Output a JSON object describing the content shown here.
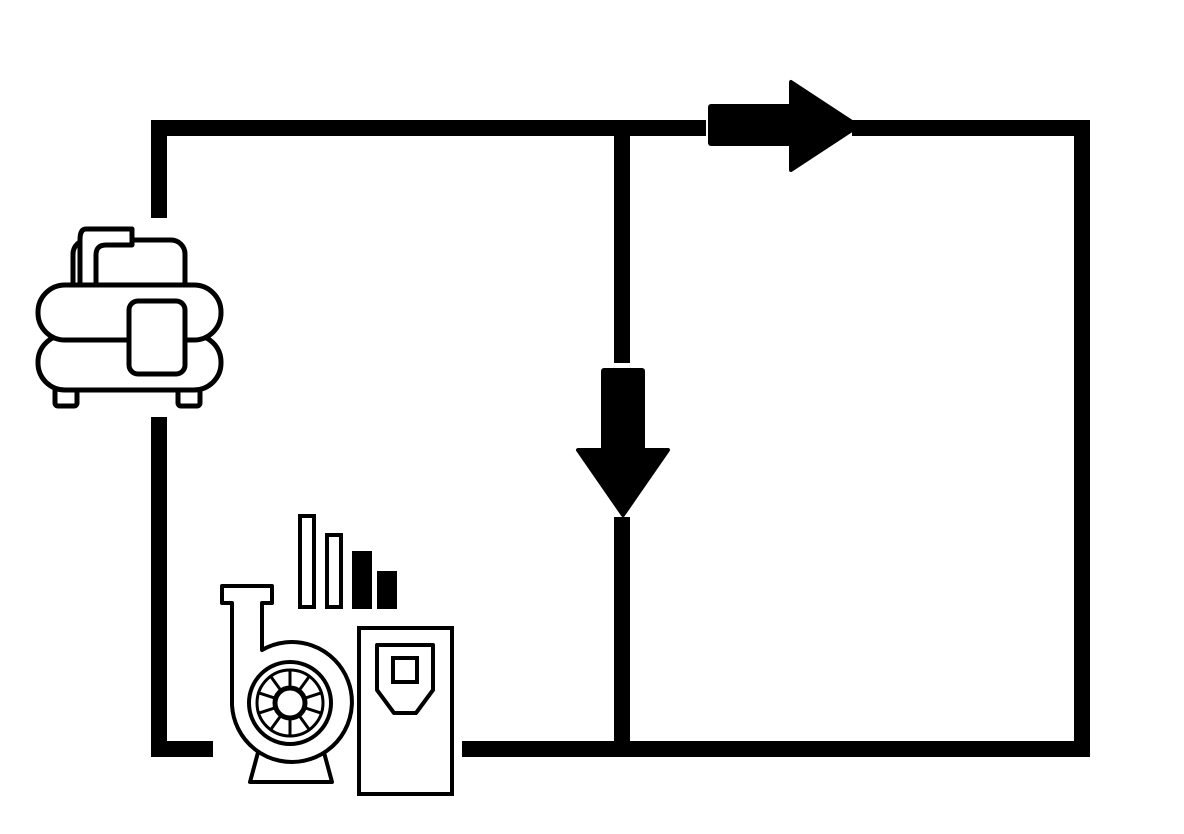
{
  "colors": {
    "line": "#000000",
    "background": "#ffffff"
  },
  "flow_directions": [
    "right",
    "down"
  ],
  "components": [
    {
      "icon": "air-compressor-icon"
    },
    {
      "icon": "centrifugal-pump-icon"
    },
    {
      "icon": "variable-frequency-drive-icon"
    },
    {
      "icon": "signal-bars-icon",
      "level_bars": 4,
      "filled_bars": 2
    }
  ]
}
